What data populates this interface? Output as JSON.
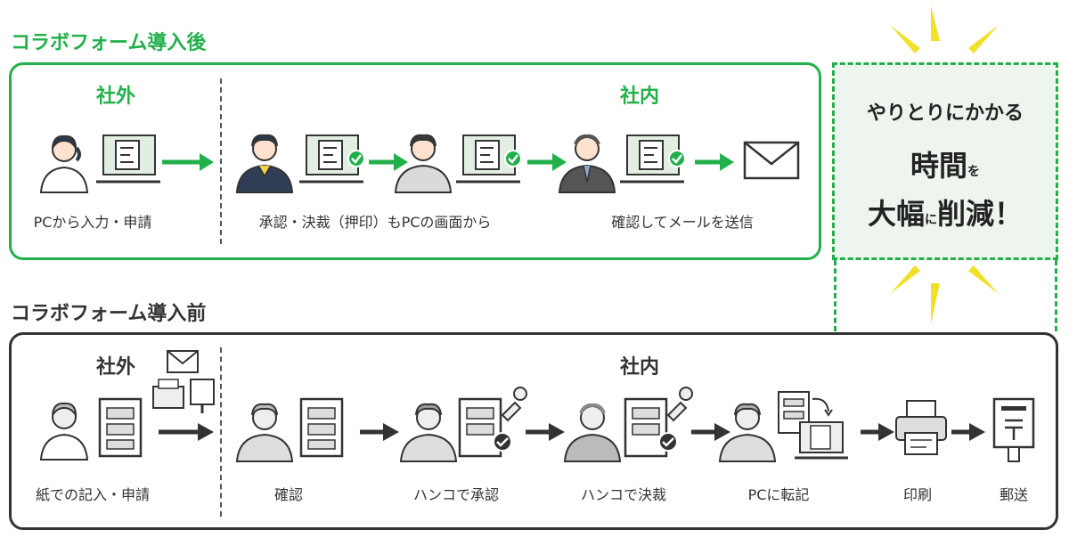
{
  "after": {
    "title": "コラボフォーム導入後",
    "zone_external": "社外",
    "zone_internal": "社内",
    "captions": [
      "PCから入力・申請",
      "承認・決裁（押印）もPCの画面から",
      "確認してメールを送信"
    ]
  },
  "summary": {
    "line1": "やりとりにかかる",
    "line2_main": "時間",
    "line2_small": "を",
    "line3_main1": "大幅",
    "line3_small": "に",
    "line3_main2": "削減！"
  },
  "before": {
    "title": "コラボフォーム導入前",
    "zone_external": "社外",
    "zone_internal": "社内",
    "captions": [
      "紙での記入・申請",
      "確認",
      "ハンコで承認",
      "ハンコで決裁",
      "PCに転記",
      "印刷",
      "郵送"
    ]
  },
  "colors": {
    "accent_green": "#22b04b",
    "dark": "#333333",
    "burst_yellow": "#f1e02a",
    "summary_bg": "#eef5ee"
  },
  "icons": [
    "person-icon",
    "laptop-document-icon",
    "check-badge-icon",
    "arrow-right-icon",
    "envelope-icon",
    "paper-form-icon",
    "fax-icon",
    "mailbox-icon",
    "stamp-icon",
    "printer-icon"
  ]
}
